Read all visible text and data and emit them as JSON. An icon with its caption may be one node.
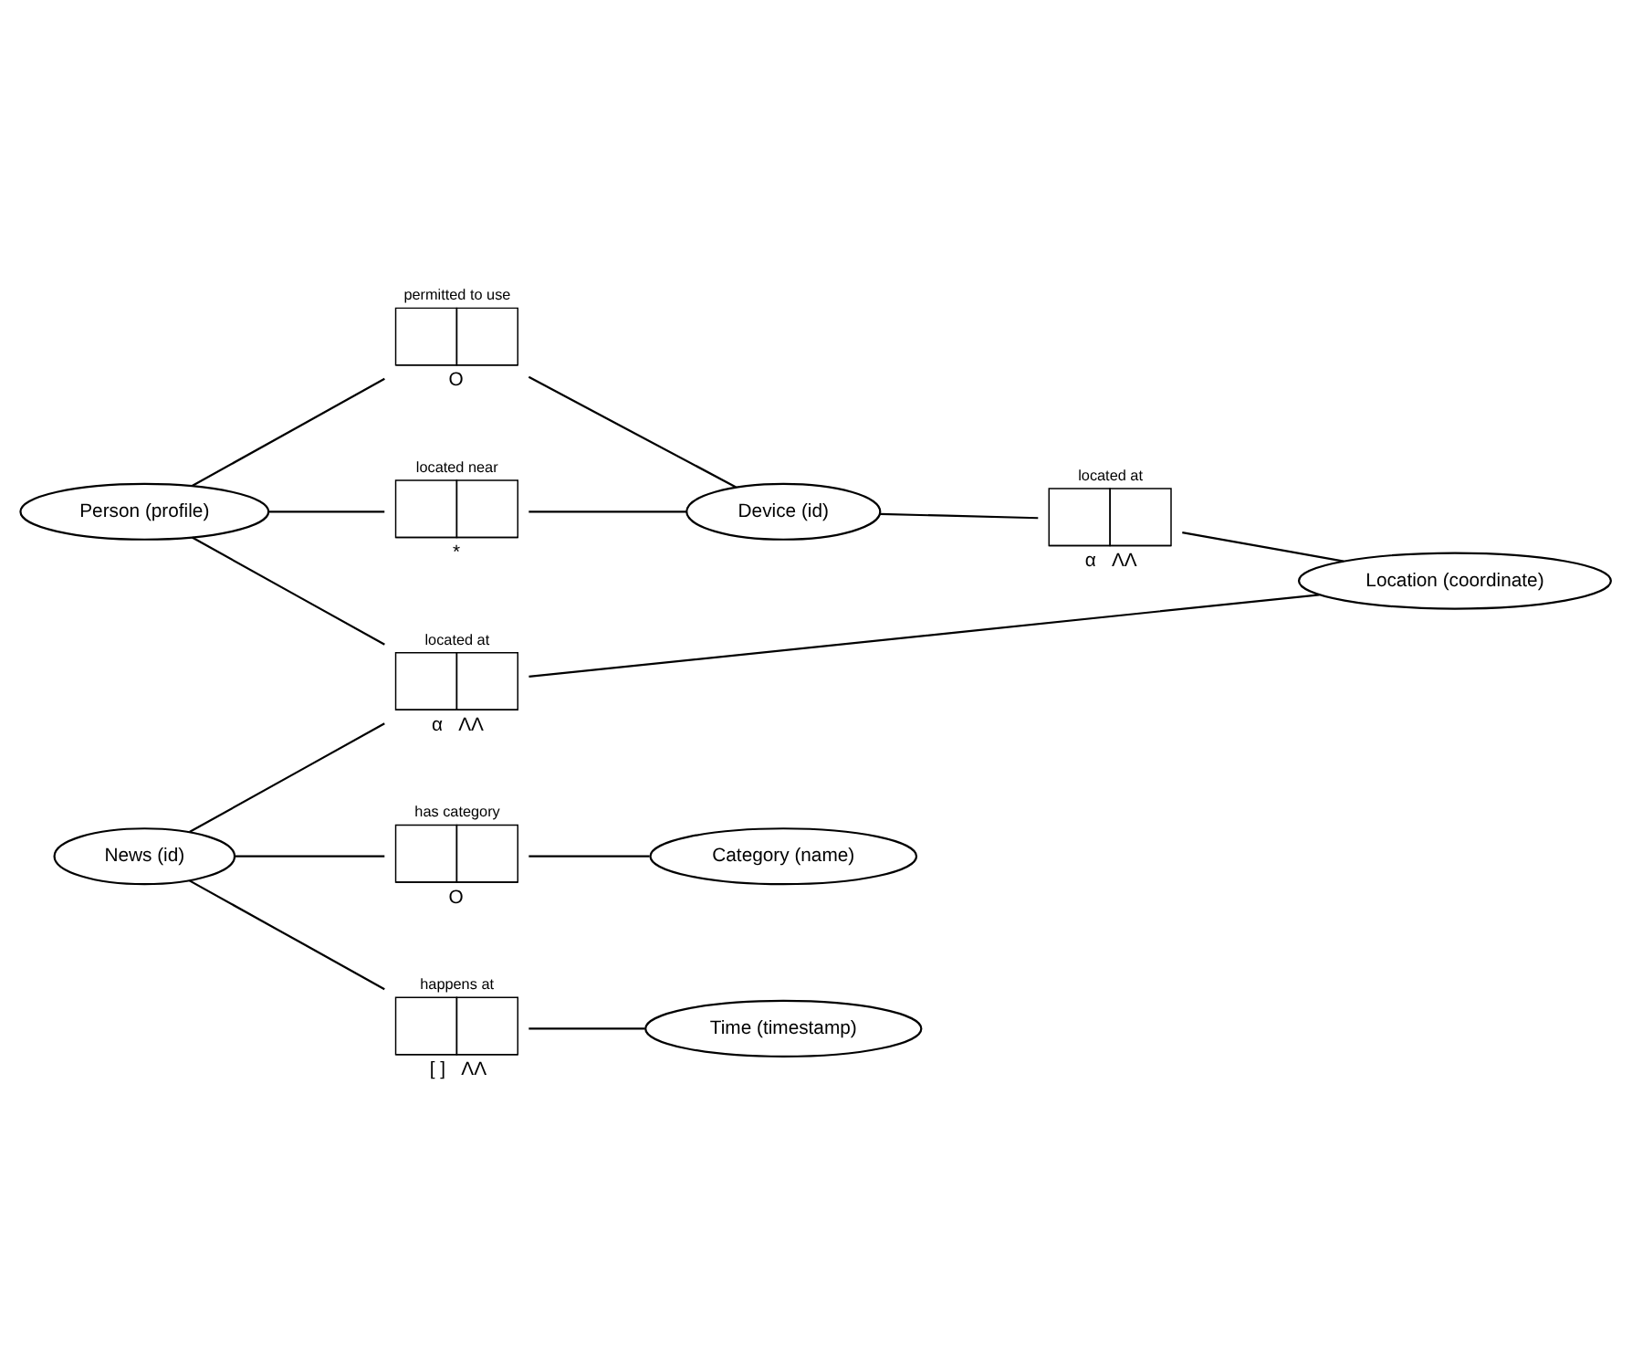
{
  "diagram": {
    "nodes": [
      {
        "text": [
          "Person (profile)"
        ]
      },
      {
        "text": [
          "permitted to use"
        ],
        "beside": [
          "O"
        ]
      },
      {
        "text": [
          "Device (id)"
        ]
      },
      {
        "text": [
          "located near"
        ],
        "beside": [
          "*"
        ]
      },
      {
        "text": [
          "located at"
        ],
        "beside": [
          "α",
          "ΛΛ"
        ]
      },
      {
        "text": [
          "News (id)"
        ]
      },
      {
        "text": [
          "located at"
        ],
        "beside": [
          "α",
          "ΛΛ"
        ]
      },
      {
        "text": [
          "Location (coordinate)"
        ]
      },
      {
        "text": [
          "has category"
        ],
        "beside": [
          "O"
        ]
      },
      {
        "text": [
          "happens at"
        ],
        "beside": [
          "[ ]",
          "ΛΛ"
        ]
      },
      {
        "text": [
          "Time (timestamp)"
        ]
      },
      {
        "text": [
          "Category (name)"
        ]
      }
    ],
    "edges": [
      {
        "from": 0,
        "to": 1,
        "arrow": "none"
      },
      {
        "from": 1,
        "to": 2,
        "arrow": "none"
      },
      {
        "from": 0,
        "to": 3,
        "arrow": "none"
      },
      {
        "from": 3,
        "to": 2,
        "arrow": "none"
      },
      {
        "from": 2,
        "to": 4,
        "arrow": "none"
      },
      {
        "from": 4,
        "to": 7,
        "arrow": "none"
      },
      {
        "from": 0,
        "to": 6,
        "arrow": "none"
      },
      {
        "from": 5,
        "to": 6,
        "arrow": "none"
      },
      {
        "from": 6,
        "to": 7,
        "arrow": "none"
      },
      {
        "from": 5,
        "to": 8,
        "arrow": "none"
      },
      {
        "from": 8,
        "to": 11,
        "arrow": "none"
      },
      {
        "from": 5,
        "to": 9,
        "arrow": "none"
      },
      {
        "from": 9,
        "to": 10,
        "arrow": "none"
      }
    ]
  }
}
